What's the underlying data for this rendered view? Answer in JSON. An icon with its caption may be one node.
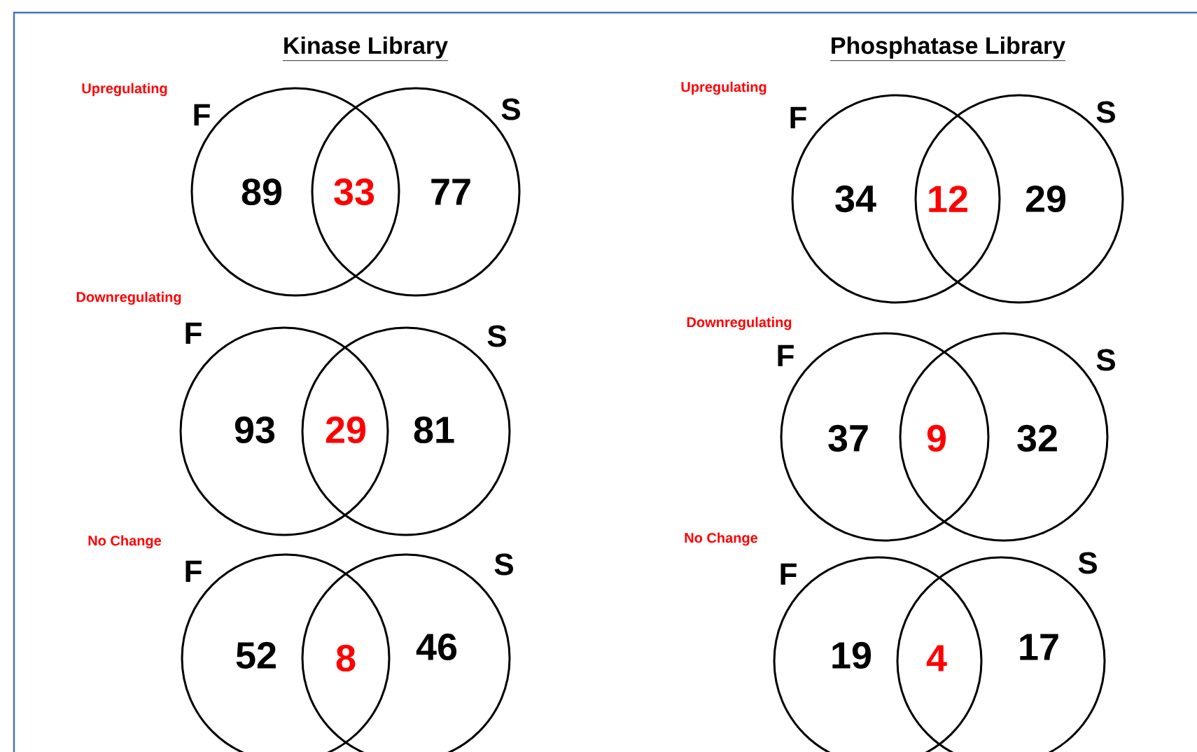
{
  "diagram": {
    "nodes": [
      {
        "text": [
          "89"
        ],
        "beside": [
          "F"
        ]
      },
      {
        "text": [
          "77"
        ],
        "beside": [
          "S"
        ]
      },
      {
        "text": [
          "34"
        ],
        "beside": [
          "F"
        ]
      },
      {
        "text": [
          "29"
        ],
        "beside": [
          "S"
        ]
      },
      {
        "text": [
          "93"
        ],
        "beside": [
          "F"
        ]
      },
      {
        "text": [
          "81"
        ],
        "beside": [
          "S"
        ]
      },
      {
        "text": [
          "37"
        ],
        "beside": [
          "F"
        ]
      },
      {
        "text": [
          "32"
        ],
        "beside": [
          "S"
        ]
      },
      {
        "text": [
          "52"
        ],
        "beside": [
          "F"
        ]
      },
      {
        "text": [
          "46"
        ],
        "beside": [
          "S"
        ]
      },
      {
        "text": [
          "19"
        ],
        "beside": [
          "F"
        ]
      },
      {
        "text": [
          "17"
        ],
        "beside": [
          "S"
        ]
      }
    ],
    "edges": [],
    "labels": [
      "Kinase Library",
      "Phosphatase Library",
      "Upregulating",
      "33",
      "Upregulating",
      "12",
      "Downregulating",
      "29",
      "Downregulating",
      "9",
      "No Change",
      "8",
      "No Change",
      "4"
    ]
  }
}
